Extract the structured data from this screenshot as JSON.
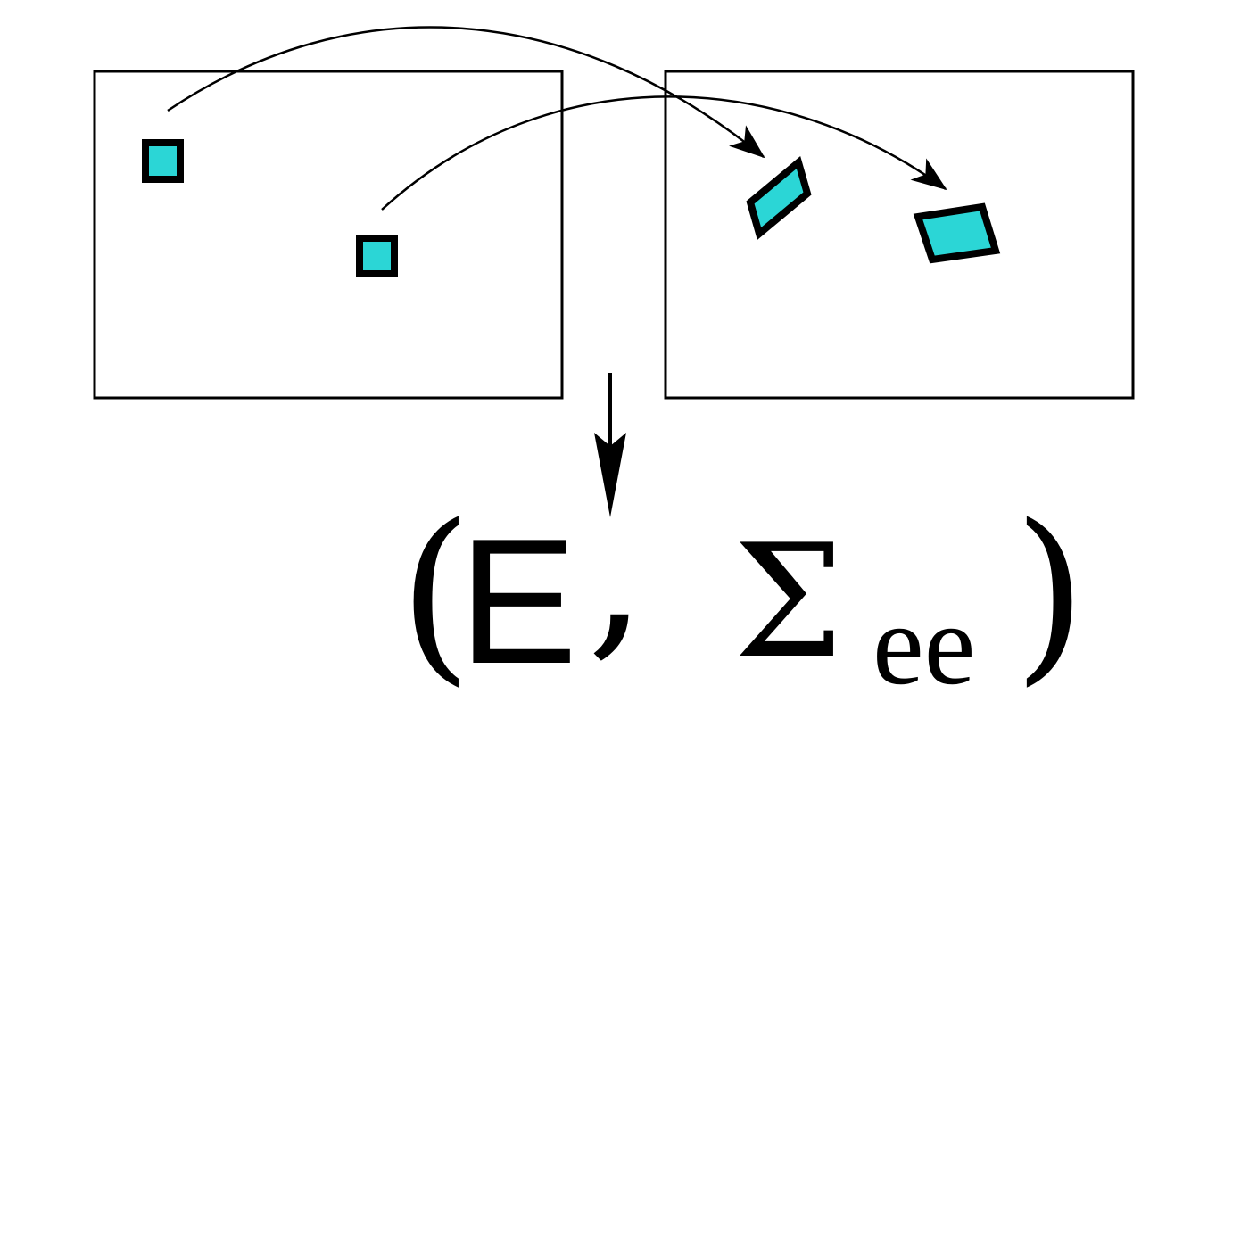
{
  "colors": {
    "patch_fill": "#2bd6d6",
    "stroke": "#000000",
    "background": "#ffffff"
  },
  "formula": {
    "open_paren": "(",
    "symbol_e": "E",
    "comma": ",",
    "symbol_sigma": "Σ",
    "subscript": "ee",
    "close_paren": ")"
  }
}
